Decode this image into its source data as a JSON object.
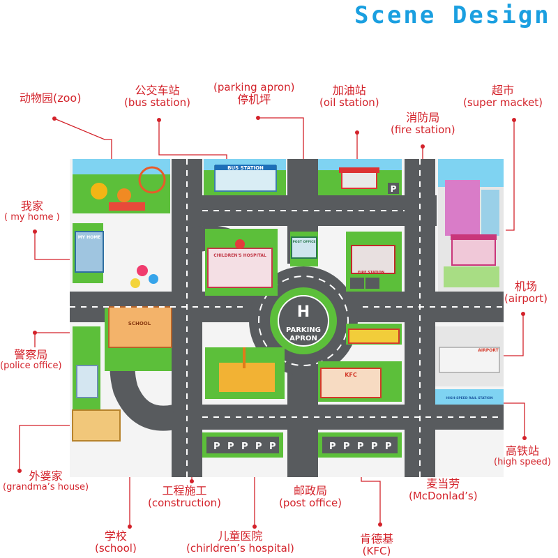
{
  "title": "Scene Design",
  "colors": {
    "title": "#1a9fe0",
    "label": "#d3222a",
    "road": "#585b5e",
    "grass": "#5cbf3a",
    "sky": "#66ccef"
  },
  "map": {
    "bus_station_sign": "BUS STATION",
    "hospital_sign": "CHILDREN'S HOSPITAL",
    "post_office_sign": "POST OFFICE",
    "fire_station_sign": "FIRE STATION",
    "school_sign": "SCHOOL",
    "home_sign": "MY HOME",
    "kfc_sign": "KFC",
    "airport_sign": "AIRPORT",
    "rail_sign": "HIGH-SPEED RAIL STATION",
    "helipad_letter": "H",
    "helipad_line1": "PARKING",
    "helipad_line2": "APRON",
    "parking_letter": "P"
  },
  "labels": {
    "zoo": {
      "text": "动物园(zoo)"
    },
    "bus_station": {
      "zh": "公交车站",
      "en": "(bus station)"
    },
    "parking_apron": {
      "en": "(parking apron)",
      "zh": "停机坪"
    },
    "oil_station": {
      "zh": "加油站",
      "en": "(oil station)"
    },
    "fire_station": {
      "zh": "消防局",
      "en": "(fire station)"
    },
    "supermarket": {
      "zh": "超市",
      "en": "(super macket)"
    },
    "my_home": {
      "zh": "我家",
      "en": "( my home )"
    },
    "airport": {
      "zh": "机场",
      "en": "(airport)"
    },
    "police_office": {
      "zh": "警察局",
      "en": "(police office)"
    },
    "high_speed": {
      "zh": "高铁站",
      "en": "(high speed)"
    },
    "grandmas_house": {
      "zh": "外婆家",
      "en": "(grandma’s house)"
    },
    "construction": {
      "zh": "工程施工",
      "en": "(construction)"
    },
    "post_office": {
      "zh": "邮政局",
      "en": "(post office)"
    },
    "mcdonalds": {
      "zh": "麦当劳",
      "en": "(McDonlad’s)"
    },
    "school": {
      "zh": "学校",
      "en": "(school)"
    },
    "childrens_hospital": {
      "zh": "儿童医院",
      "en": "(chirldren’s hospital)"
    },
    "kfc": {
      "zh": "肯德基",
      "en": "(KFC)"
    }
  }
}
